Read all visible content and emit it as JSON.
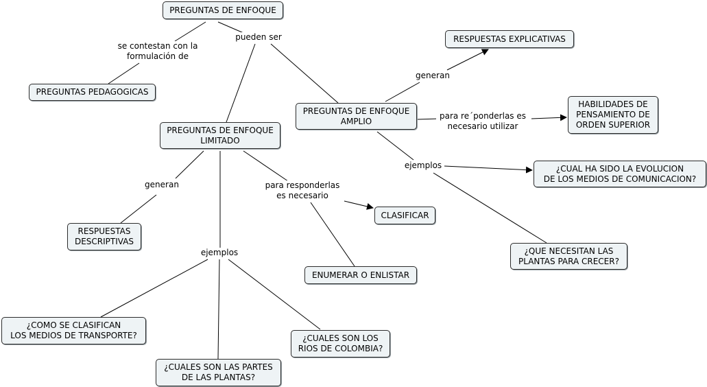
{
  "nodes": {
    "preguntas_enfoque": "PREGUNTAS DE ENFOQUE",
    "preguntas_pedagogicas": "PREGUNTAS PEDAGOGICAS",
    "enfoque_limitado": "PREGUNTAS DE ENFOQUE\nLIMITADO",
    "enfoque_amplio": "PREGUNTAS DE ENFOQUE\nAMPLIO",
    "respuestas_explicativas": "RESPUESTAS EXPLICATIVAS",
    "habilidades": "HABILIDADES DE\nPENSAMIENTO DE\nORDEN SUPERIOR",
    "evolucion_medios": "¿CUAL HA SIDO LA EVOLUCION\nDE LOS MEDIOS DE COMUNICACION?",
    "plantas_crecer": "¿QUE NECESITAN LAS\nPLANTAS PARA CRECER?",
    "respuestas_descriptivas": "RESPUESTAS\nDESCRIPTIVAS",
    "clasificar": "CLASIFICAR",
    "enumerar": "ENUMERAR O ENLISTAR",
    "medios_transporte": "¿COMO SE CLASIFICAN\nLOS MEDIOS DE TRANSPORTE?",
    "partes_plantas": "¿CUALES SON LAS PARTES\nDE LAS PLANTAS?",
    "rios_colombia": "¿CUALES SON LOS\nRIOS DE COLOMBIA?"
  },
  "labels": {
    "se_contestan": "se contestan con la\nformulación de",
    "pueden_ser": "pueden ser",
    "generan_amplio": "generan",
    "para_responderlas_amplio": "para re´ponderlas es\nnecesario utilizar",
    "ejemplos_amplio": "ejemplos",
    "generan_limitado": "generan",
    "para_responderlas_limitado": "para responderlas\nes necesario",
    "ejemplos_limitado": "ejemplos"
  },
  "colors": {
    "node_fill": "#eef3f5",
    "node_border": "#2b2b2b",
    "line": "#000000"
  }
}
